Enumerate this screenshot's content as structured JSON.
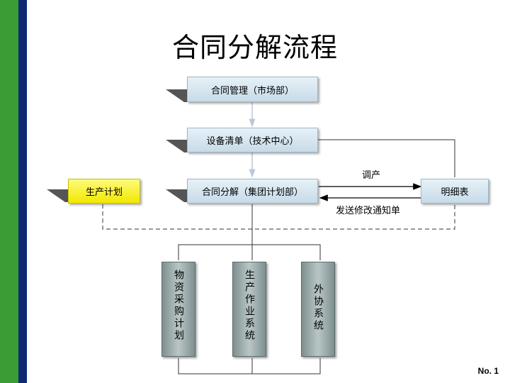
{
  "title": "合同分解流程",
  "nodes": {
    "contract_management": "合同管理（市场部）",
    "equipment_list": "设备清单（技术中心）",
    "contract_breakdown": "合同分解（集团计划部）",
    "production_plan": "生产计划",
    "detail_table": "明细表",
    "material_purchase": "物资采购计划",
    "production_work": "生产作业系统",
    "outsourcing": "外协系统"
  },
  "edge_labels": {
    "adjust": "调产",
    "send_notice": "发送修改通知单"
  },
  "page_number": "No. 1",
  "colors": {
    "accent_green": "#3a9c34",
    "accent_navy": "#0e2a73",
    "plan_box": "#f2e800"
  }
}
